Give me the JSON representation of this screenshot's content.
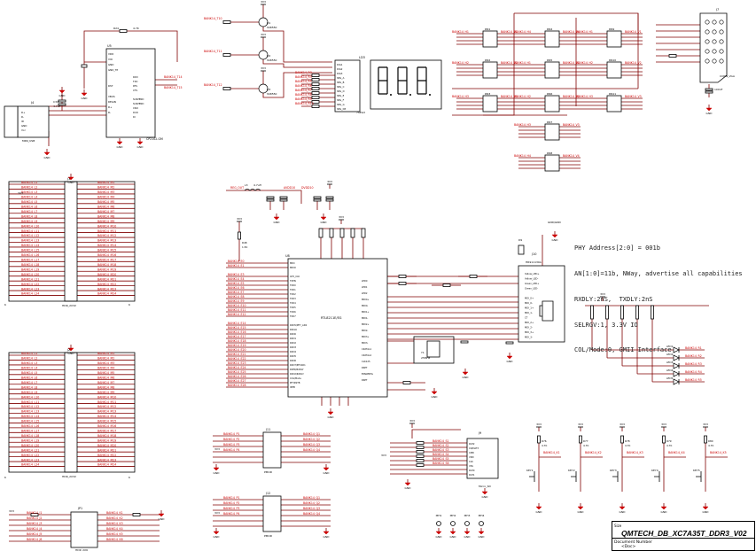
{
  "title_block": {
    "title": "QMTECH_DB_XC7A35T_DDR3_V02",
    "doc_label": "Document Number",
    "doc_value": "<Doc>"
  },
  "notes": [
    "PHY Address[2:0] = 001b",
    "AN[1:0]=11b, NWay, advertise all capabilities",
    "RXDLY:2nS,  TXDLY:2nS",
    "SELRGV:1, 3.3V IO",
    "COL/Mode:0, GMII Interface"
  ],
  "components": {
    "usb_uart": {
      "ref": "U5",
      "part": "CP2102-GM",
      "net_top": "R24",
      "res": "4.7K"
    },
    "mini_usb": {
      "ref": "J4",
      "part": "MINI_USB",
      "pins": [
        "D+",
        "D-",
        "ID",
        "GND",
        "Vcc"
      ]
    },
    "c_usb": {
      "ref": "C34",
      "val": "4.7uF"
    },
    "seg_display": {
      "ref": "LD3",
      "part": "7SEG3",
      "pins": [
        "DIG1",
        "DIG2",
        "DIG3",
        "SEG_A",
        "SEG_B",
        "SEG_C",
        "SEG_D",
        "SEG_E",
        "SEG_F",
        "SEG_G",
        "SEG_DP"
      ]
    },
    "transistors": [
      "Q1 SS8550",
      "Q2 SS8550",
      "Q3 SS8550"
    ],
    "vga": {
      "ref": "J7",
      "part": "CONN_VGA",
      "cap": "100nF"
    },
    "ethernet_phy": {
      "ref": "U8",
      "part": "RTL8211E/EG"
    },
    "rj45": {
      "ref": "J10",
      "part": "HR911130A"
    },
    "crystal": {
      "ref": "Y1",
      "val": "25MHz"
    },
    "header_top": {
      "ref": "J1",
      "part": "HDR_2X32"
    },
    "header_bottom": {
      "ref": "J2",
      "part": "HDR_2X32"
    },
    "pmod_1": {
      "ref": "J11",
      "part": "PMOD"
    },
    "pmod_2": {
      "ref": "J12",
      "part": "PMOD"
    },
    "sd_card": {
      "ref": "J9",
      "part": "Micro_SD"
    },
    "jtag": {
      "ref": "JP1",
      "part": "HDR_2X6"
    },
    "mounting_holes": [
      "MH1",
      "MH2",
      "MH3",
      "MH4"
    ],
    "keys": [
      "KEY1",
      "KEY2",
      "KEY3",
      "KEY4",
      "KEY5"
    ],
    "leds": [
      "LED1",
      "LED2",
      "LED3",
      "LED4",
      "LED5"
    ]
  },
  "power_labels": {
    "vcc": "3V3",
    "gnd": "GND",
    "gnd_eth": "GND/GND"
  },
  "net_prefix": "BANK14_",
  "colors": {
    "wire": "#800000",
    "net": "#cc0000",
    "body": "#000000",
    "part_fill": "#ffffff"
  }
}
